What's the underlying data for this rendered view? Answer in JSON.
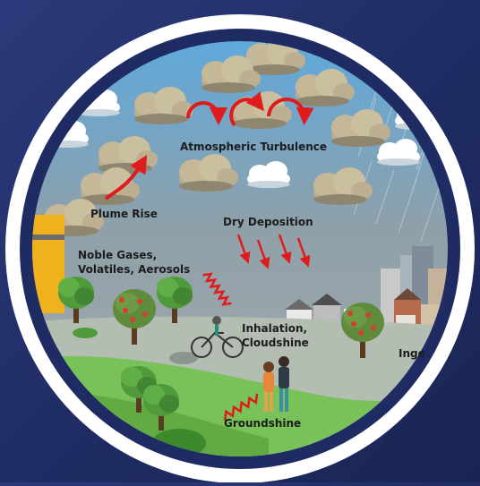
{
  "labels": {
    "atmospheric_turbulence": "Atmospheric Turbulence",
    "plume_rise": "Plume Rise",
    "dry_deposition": "Dry Deposition",
    "noble_gases_line1": "Noble Gases,",
    "noble_gases_line2": "Volatiles, Aerosols",
    "inhalation_line1": "Inhalation,",
    "inhalation_line2": "Cloudshine",
    "ingestion_partial": "Inge",
    "groundshine": "Groundshine"
  },
  "colors": {
    "background": "#24316b",
    "ring_outer": "#ffffff",
    "ring_inner": "#1f2c63",
    "sky": "#9aa3a8",
    "ground": "#b7c0b4",
    "grass": "#7fbf5a",
    "arrow": "#e01b1b",
    "cloud": "#b9ac8f"
  },
  "icons": [
    "turbulence-arrow-icon",
    "plume-arrow-icon",
    "deposition-arrow-icon",
    "radiation-wave-icon",
    "cloud-icon",
    "tree-icon",
    "cyclist-icon",
    "people-icon",
    "building-icon",
    "rain-icon"
  ]
}
